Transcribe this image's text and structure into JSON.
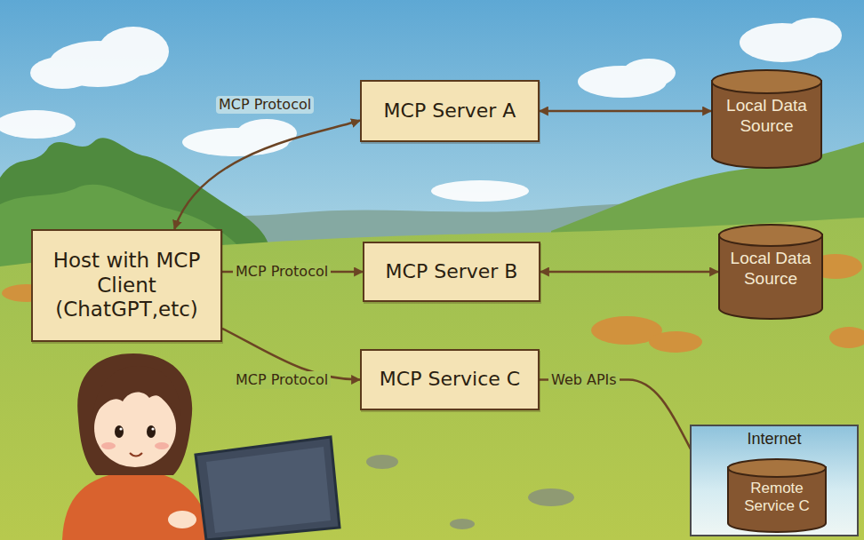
{
  "diagram": {
    "nodes": [
      {
        "text": [
          "MCP Server A"
        ]
      },
      {
        "text": [
          "Local Data Source"
        ]
      },
      {
        "text": [
          "Host with MCP Client (ChatGPT,etc)"
        ]
      },
      {
        "text": [
          "MCP Server B"
        ]
      },
      {
        "text": [
          "Local Data Source"
        ]
      },
      {
        "text": [
          "MCP Service C"
        ]
      },
      {
        "text": [
          "Internet"
        ]
      },
      {
        "text": [
          "Remote Service C"
        ],
        "in": 6
      }
    ],
    "edges": [
      {
        "from": 2,
        "to": 0,
        "arrow": "both",
        "label": "MCP Protocol"
      },
      {
        "from": 0,
        "to": 1,
        "arrow": "both"
      },
      {
        "from": 2,
        "to": 3,
        "arrow": "to",
        "label": "MCP Protocol"
      },
      {
        "from": 3,
        "to": 4,
        "arrow": "both"
      },
      {
        "from": 2,
        "to": 5,
        "arrow": "to",
        "label": "MCP Protocol"
      },
      {
        "from": 5,
        "to": 7,
        "arrow": "to",
        "label": "Web APIs"
      }
    ]
  }
}
